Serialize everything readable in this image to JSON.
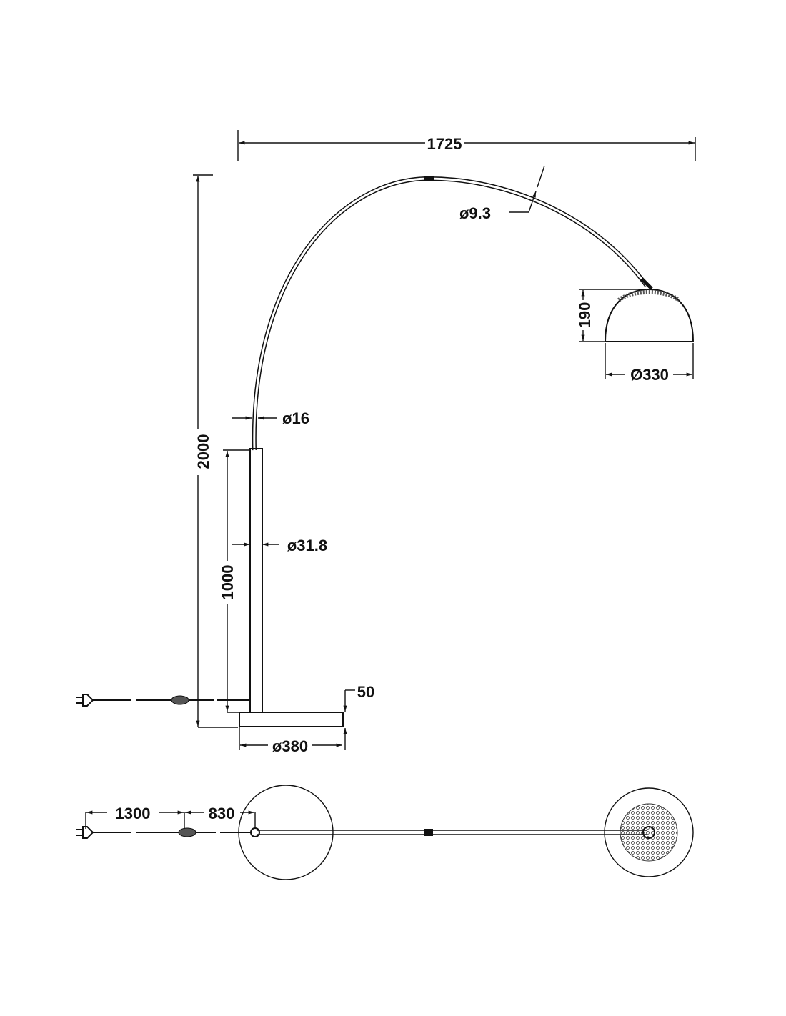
{
  "drawing": {
    "title": "Arc floor lamp dimension drawing",
    "units": "mm",
    "dimensions": {
      "total_width": "1725",
      "arc_tube_diameter": "ø9.3",
      "shade_height": "190",
      "shade_diameter": "Ø330",
      "total_height": "2000",
      "upper_tube_diameter": "ø16",
      "lower_pole_height": "1000",
      "lower_pole_diameter": "ø31.8",
      "base_height": "50",
      "base_diameter": "ø380",
      "cord_plug_to_switch": "1300",
      "cord_switch_to_base": "830"
    }
  }
}
